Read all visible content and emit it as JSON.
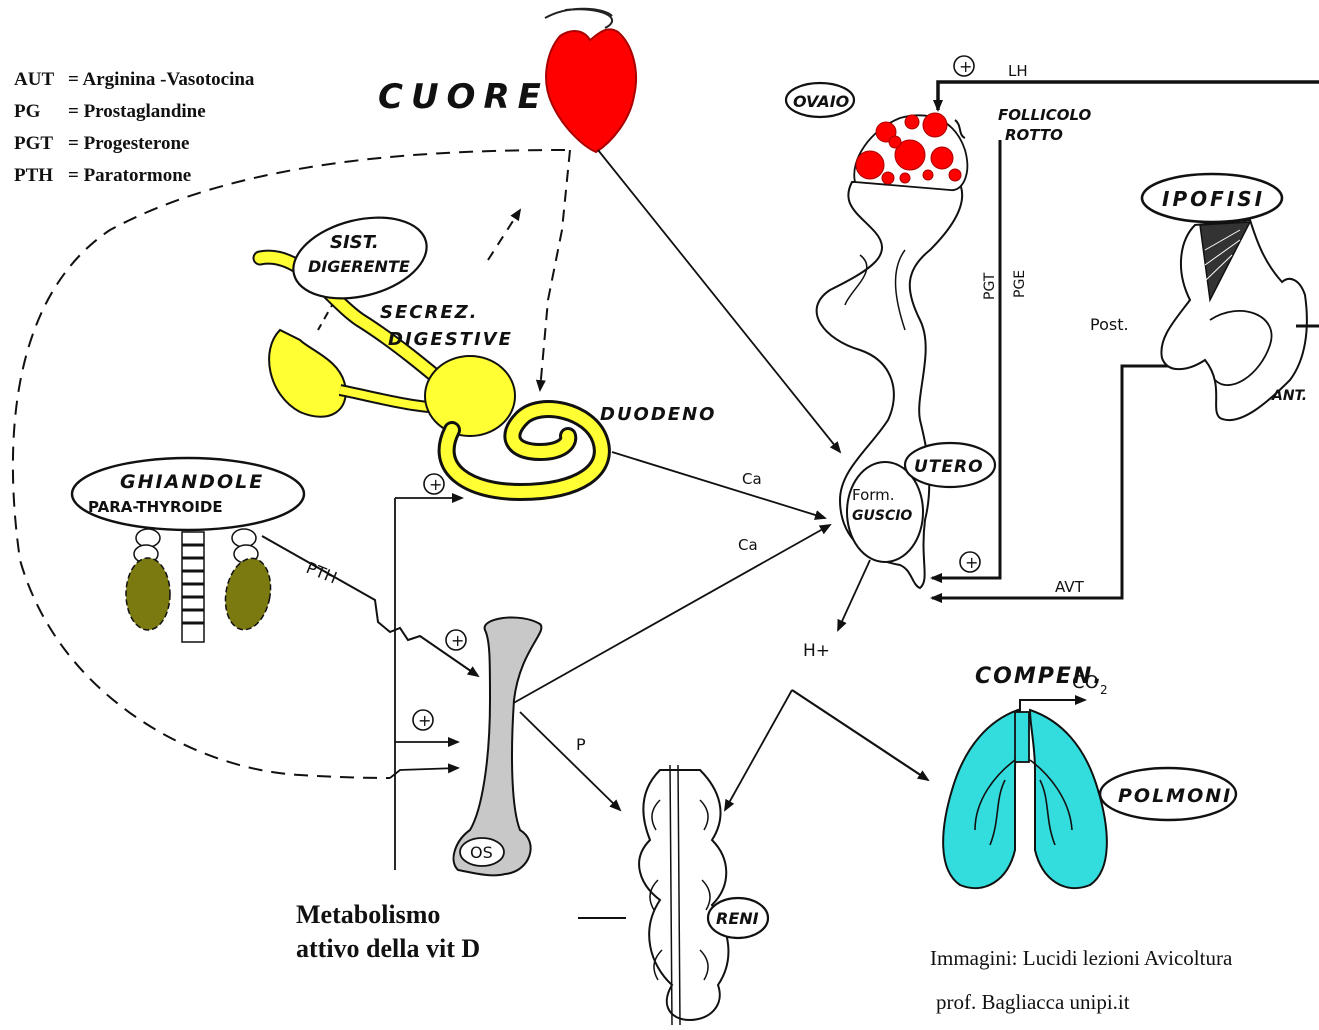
{
  "legend": [
    {
      "abbr": "AUT",
      "text": "= Arginina -Vasotocina"
    },
    {
      "abbr": "PG",
      "text": "= Prostaglandine"
    },
    {
      "abbr": "PGT",
      "text": "= Progesterone"
    },
    {
      "abbr": "PTH",
      "text": "= Paratormone"
    }
  ],
  "organs": {
    "cuore": "CUORE",
    "ovaio": "OVAIO",
    "follicolo_1": "FOLLICOLO",
    "follicolo_2": "ROTTO",
    "ipofisi": "IPOFISI",
    "post": "Post.",
    "ant": "ANT.",
    "sist_1": "SIST.",
    "sist_2": "DIGERENTE",
    "secrez_1": "SECREZ.",
    "secrez_2": "DIGESTIVE",
    "duodeno": "DUODENO",
    "utero": "UTERO",
    "form_1": "Form.",
    "form_2": "GUSCIO",
    "ghiandole_1": "GHIANDOLE",
    "ghiandole_2": "PARA-THYROIDE",
    "os": "OS",
    "reni": "RENI",
    "polmoni": "POLMONI",
    "compen": "COMPEN.",
    "co2": "CO",
    "co2_sub": "2"
  },
  "signals": {
    "lh": "LH",
    "pgt": "PGT",
    "pge": "PGE",
    "avt": "AVT",
    "ca_1": "Ca",
    "ca_2": "Ca",
    "pth": "PTH",
    "p": "P",
    "h": "H+",
    "plus": "+"
  },
  "caption": {
    "line1": "Metabolismo",
    "line2": "attivo della vit D"
  },
  "credits": {
    "line1": "Immagini: Lucidi lezioni Avicoltura",
    "line2": "prof. Bagliacca unipi.it"
  },
  "colors": {
    "heart": "#ff0000",
    "digestive": "#ffff33",
    "parathyroid": "#7a7a10",
    "lungs": "#33dddd",
    "bone": "#c8c8c8",
    "follicle": "#ff0000"
  }
}
